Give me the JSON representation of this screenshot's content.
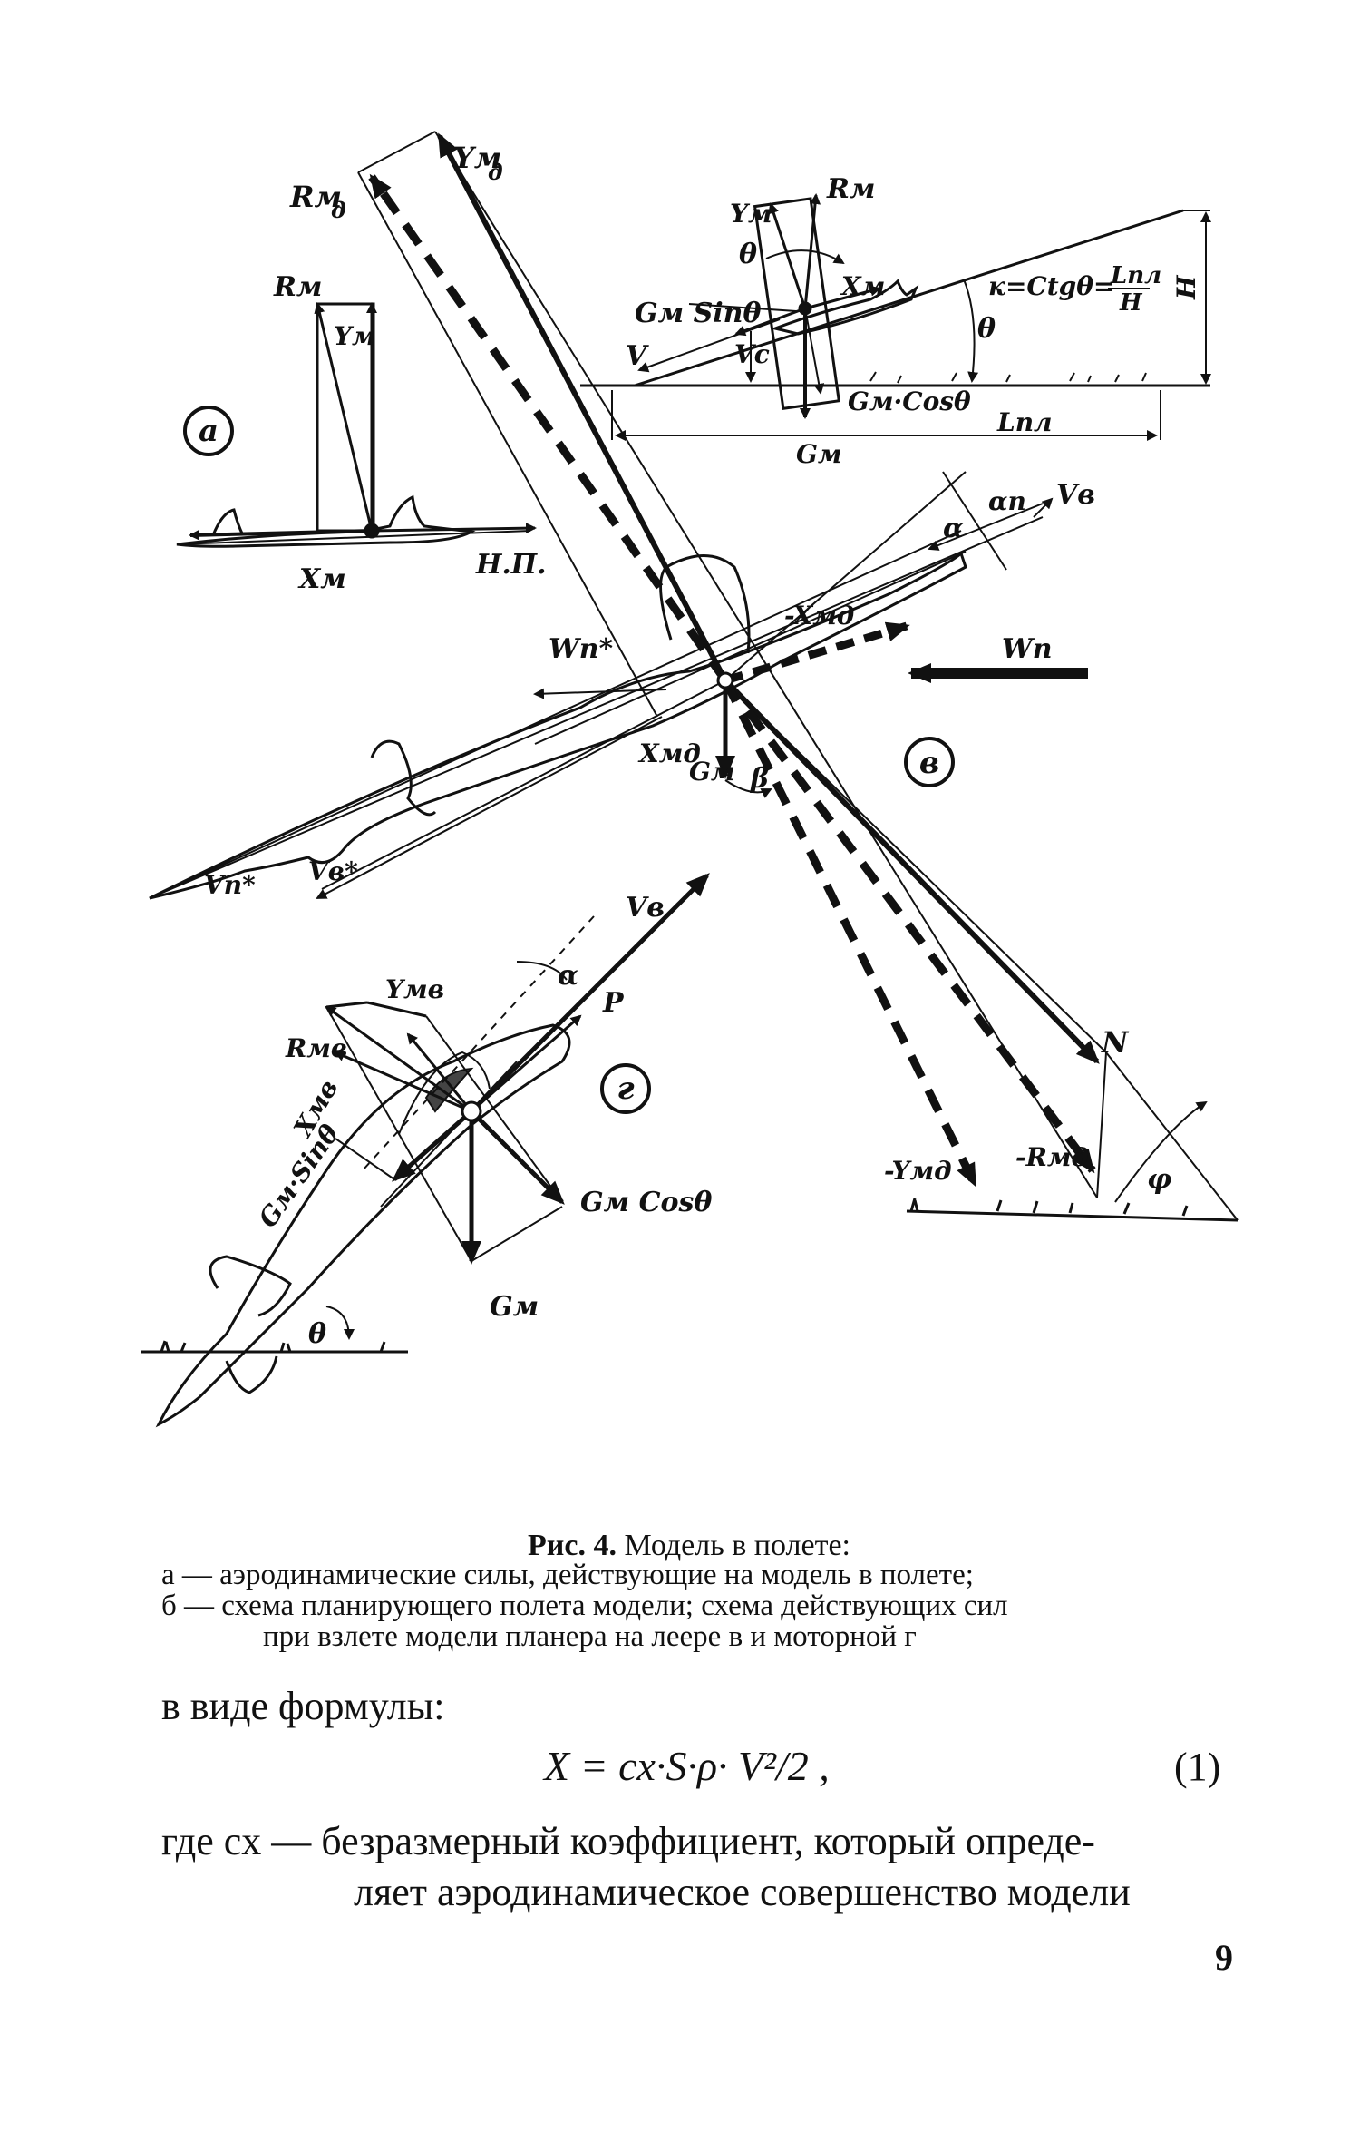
{
  "figure": {
    "labels": {
      "panel_a": "а",
      "panel_v": "в",
      "panel_g": "г",
      "R_md": "Rм",
      "R_md_sub": "д",
      "Y_md": "Yм",
      "Y_md_sub": "д",
      "R_m": "Rм",
      "Y_m": "Yм",
      "X_m": "Xм",
      "np": "Н.П.",
      "Y_m_b": "Yм",
      "R_m_b": "Rм",
      "theta": "θ",
      "gm_sin": "Gм Sinθ",
      "xm_b": "Xм",
      "k_formula": "к=Ctgθ=",
      "Lpl": "Lпл",
      "H_frac": "H",
      "H": "H",
      "V": "V",
      "Vc": "Vc",
      "gm_cos_b": "Gм·Cosθ",
      "Lpl_bottom": "Lпл",
      "Gm_b": "Gм",
      "alpha": "α",
      "alpha_n": "αп",
      "Vb": "Vв",
      "Wn_star": "Wп*",
      "Wn": "Wп",
      "minus_Xmd": "-Xмд",
      "Xmd": "Xмд",
      "Gm_v": "Gм",
      "beta": "β",
      "Vb_star": "Vв*",
      "Vn_star": "Vп*",
      "Vb_g": "Vв",
      "P": "P",
      "Y_mv": "Yмв",
      "R_mv": "Rмв",
      "X_mv": "Xмв",
      "gm_sin_g": "Gм·Sinθ",
      "gm_cos_g": "Gм Cosθ",
      "Gm_g": "Gм",
      "theta_g": "θ",
      "N": "N",
      "minus_Ymd": "-Yмд",
      "minus_Rmd": "-Rмд",
      "phi": "φ"
    }
  },
  "caption": {
    "title_bold": "Рис. 4.",
    "title_rest": " Модель в полете:",
    "line1": "а — аэродинамические силы, действующие на модель в полете;",
    "line2": "б — схема планирующего полета модели; схема действующих сил",
    "line3": "при взлете модели планера на леере в  и моторной г"
  },
  "body": {
    "intro": "в виде формулы:",
    "formula": "X = cx·S·ρ· V²/2 ,",
    "formula_number": "(1)",
    "where_line1": "где cx — безразмерный коэффициент, который опреде-",
    "where_line2": "ляет аэродинамическое совершенство  модели"
  },
  "page_number": "9"
}
